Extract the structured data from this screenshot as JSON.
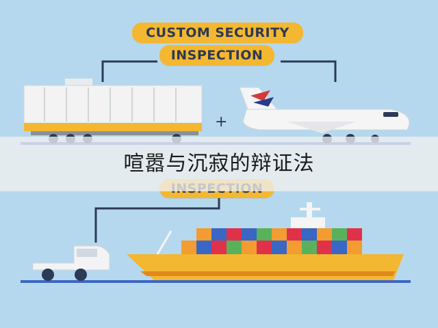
{
  "labels": {
    "top_line1": "CUSTOM SECURITY",
    "top_line2": "INSPECTION",
    "bottom_line": "INSPECTION",
    "plus": "+"
  },
  "banner": {
    "title": "喧嚣与沉寂的辩证法"
  },
  "colors": {
    "background": "#b6d8ee",
    "pill": "#f4b731",
    "text": "#2b3a55",
    "ground": "#3a66c4"
  },
  "icons": [
    "train-icon",
    "airplane-icon",
    "truck-icon",
    "cargo-ship-icon"
  ]
}
